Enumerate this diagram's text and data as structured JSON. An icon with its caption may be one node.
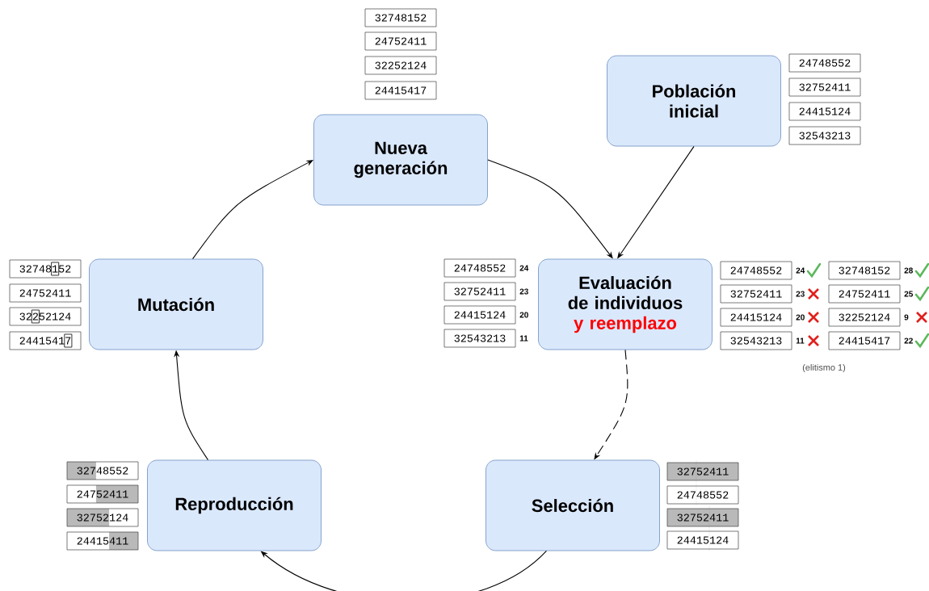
{
  "diagram": {
    "nodes": [
      {
        "text": [
          "Nueva generación"
        ]
      },
      {
        "text": [
          "Población inicial"
        ]
      },
      {
        "text": [
          "Mutación"
        ]
      },
      {
        "text": [
          "Evaluación de individuos",
          "y reemplazo"
        ]
      },
      {
        "text": [
          "Reproducción"
        ]
      },
      {
        "text": [
          "Selección"
        ]
      },
      {
        "text": [
          "32748152"
        ]
      },
      {
        "text": [
          "24752411"
        ]
      },
      {
        "text": [
          "32252124"
        ]
      },
      {
        "text": [
          "24415417"
        ]
      },
      {
        "text": [
          "24748552"
        ]
      },
      {
        "text": [
          "32752411"
        ]
      },
      {
        "text": [
          "24415124"
        ]
      },
      {
        "text": [
          "32543213"
        ]
      },
      {
        "text": [
          "32748152"
        ]
      },
      {
        "text": [
          "24752411"
        ]
      },
      {
        "text": [
          "32252124"
        ]
      },
      {
        "text": [
          "24415417"
        ]
      },
      {
        "text": [
          "24748552"
        ],
        "beside": [
          "24"
        ]
      },
      {
        "text": [
          "32752411"
        ],
        "beside": [
          "23"
        ]
      },
      {
        "text": [
          "24415124"
        ],
        "beside": [
          "20"
        ]
      },
      {
        "text": [
          "32543213"
        ],
        "beside": [
          "11"
        ]
      },
      {
        "text": [
          "24748552"
        ],
        "beside": [
          "24"
        ]
      },
      {
        "text": [
          "32752411"
        ],
        "beside": [
          "23"
        ]
      },
      {
        "text": [
          "24415124"
        ],
        "beside": [
          "20"
        ]
      },
      {
        "text": [
          "32543213"
        ],
        "beside": [
          "11"
        ]
      },
      {
        "text": [
          "32748152"
        ],
        "beside": [
          "28"
        ]
      },
      {
        "text": [
          "24752411"
        ],
        "beside": [
          "25"
        ]
      },
      {
        "text": [
          "32252124"
        ],
        "beside": [
          "9"
        ]
      },
      {
        "text": [
          "24415417"
        ],
        "beside": [
          "22"
        ]
      },
      {
        "text": [
          "32748552"
        ]
      },
      {
        "text": [
          "24752411"
        ]
      },
      {
        "text": [
          "32752124"
        ]
      },
      {
        "text": [
          "24415411"
        ]
      },
      {
        "text": [
          "32752411"
        ]
      },
      {
        "text": [
          "24748552"
        ]
      },
      {
        "text": [
          "32752411"
        ]
      },
      {
        "text": [
          "24415124"
        ]
      }
    ],
    "edges": [
      {
        "from": 0,
        "to": 3,
        "arrow": "to"
      },
      {
        "from": 1,
        "to": 3,
        "arrow": "to"
      },
      {
        "from": 3,
        "to": 5,
        "arrow": "to",
        "style": "dashed"
      },
      {
        "from": 5,
        "to": 4,
        "arrow": "to"
      },
      {
        "from": 4,
        "to": 2,
        "arrow": "to"
      },
      {
        "from": 2,
        "to": 0,
        "arrow": "to"
      }
    ],
    "labels": [
      "(elitismo 1)"
    ]
  }
}
